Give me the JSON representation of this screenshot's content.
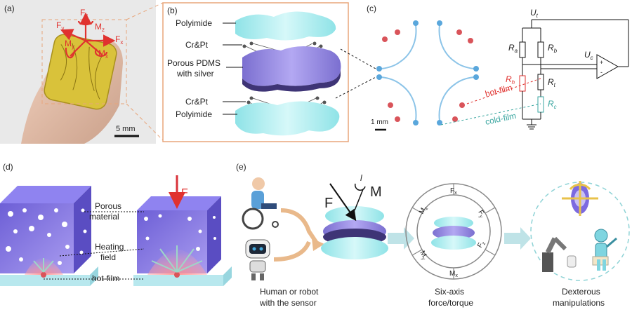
{
  "panel_a": {
    "label": "(a)",
    "axes": {
      "fz": "F",
      "fz_sub": "z",
      "fy": "F",
      "fy_sub": "y",
      "fx": "F",
      "fx_sub": "x",
      "mz": "M",
      "mz_sub": "z",
      "my": "M",
      "my_sub": "y",
      "mx": "M",
      "mx_sub": "x"
    },
    "scale_bar": "5 mm"
  },
  "panel_b": {
    "label": "(b)",
    "layers": [
      "Polyimide",
      "Cr&Pt",
      "Porous PDMS",
      "with silver",
      "Cr&Pt",
      "Polyimide"
    ]
  },
  "panel_c": {
    "label": "(c)",
    "scale_bar": "1 mm",
    "hot_film": "hot-film",
    "cold_film": "cold-film",
    "resistors": {
      "ra": "R",
      "ra_sub": "a",
      "rb": "R",
      "rb_sub": "b",
      "rh": "R",
      "rh_sub": "h",
      "rt": "R",
      "rt_sub": "t",
      "rc": "R",
      "rc_sub": "c"
    },
    "voltages": {
      "ut": "U",
      "ut_sub": "t",
      "uc": "U",
      "uc_sub": "c"
    },
    "amp_plus": "+",
    "amp_minus": "-"
  },
  "panel_d": {
    "label": "(d)",
    "force": "F",
    "labels": [
      "Porous",
      "material",
      "Heating",
      "field",
      "hot-film"
    ]
  },
  "panel_e": {
    "label": "(e)",
    "force": "F",
    "moment": "M",
    "arm": "l",
    "wheel": {
      "fx": "F",
      "fx_sub": "x",
      "fy": "F",
      "fy_sub": "y",
      "fz": "F",
      "fz_sub": "z",
      "mx": "M",
      "mx_sub": "x",
      "my": "M",
      "my_sub": "y",
      "mz": "M",
      "mz_sub": "z"
    },
    "captions": [
      {
        "line1": "Human or robot",
        "line2": "with the sensor"
      },
      {
        "line1": "Six-axis",
        "line2": "force/torque"
      },
      {
        "line1": "Dexterous",
        "line2": "manipulations"
      }
    ]
  },
  "colors": {
    "red": "#e0322f",
    "teal": "#3aa6a0",
    "purple": "#8a7be0",
    "cyan": "#a6ecef",
    "orange_arrow": "#e9b98b"
  }
}
